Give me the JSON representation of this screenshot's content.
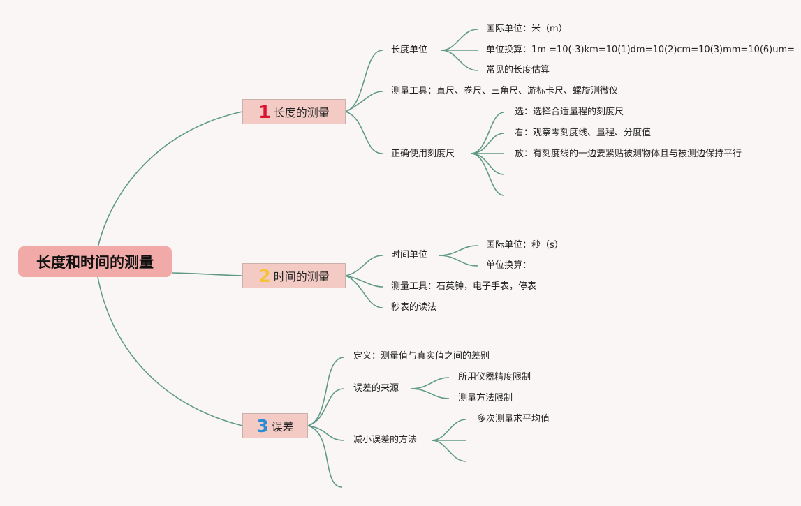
{
  "root": {
    "title": "长度和时间的测量"
  },
  "branches": [
    {
      "num": "1",
      "label": "长度的测量"
    },
    {
      "num": "2",
      "label": "时间的测量"
    },
    {
      "num": "3",
      "label": "误差"
    }
  ],
  "length": {
    "unit": {
      "label": "长度单位",
      "si": "国际单位：米（m）",
      "conversion": "单位换算：1m =10(-3)km=10(1)dm=10(2)cm=10(3)mm=10(6)um=",
      "estimate": "常见的长度估算"
    },
    "tools": "测量工具：直尺、卷尺、三角尺、游标卡尺、螺旋测微仪",
    "ruler": {
      "label": "正确使用刻度尺",
      "choose": "选：选择合适量程的刻度尺",
      "look": "看：观察零刻度线、量程、分度值",
      "place": "放：有刻度线的一边要紧贴被测物体且与被测边保持平行"
    }
  },
  "time": {
    "unit": {
      "label": "时间单位",
      "si": "国际单位：秒（s）",
      "conversion": "单位换算："
    },
    "tools": "测量工具：石英钟，电子手表，停表",
    "stopwatch": "秒表的读法"
  },
  "error": {
    "definition": "定义：测量值与真实值之间的差别",
    "source": {
      "label": "误差的来源",
      "instrument": "所用仪器精度限制",
      "method": "测量方法限制"
    },
    "reduce": {
      "label": "减小误差的方法",
      "average": "多次测量求平均值"
    }
  },
  "colors": {
    "line": "#5f9a87",
    "root_fill": "#f1aaa8",
    "branch_fill": "#f3cbc4",
    "background": "#faf6f6"
  }
}
